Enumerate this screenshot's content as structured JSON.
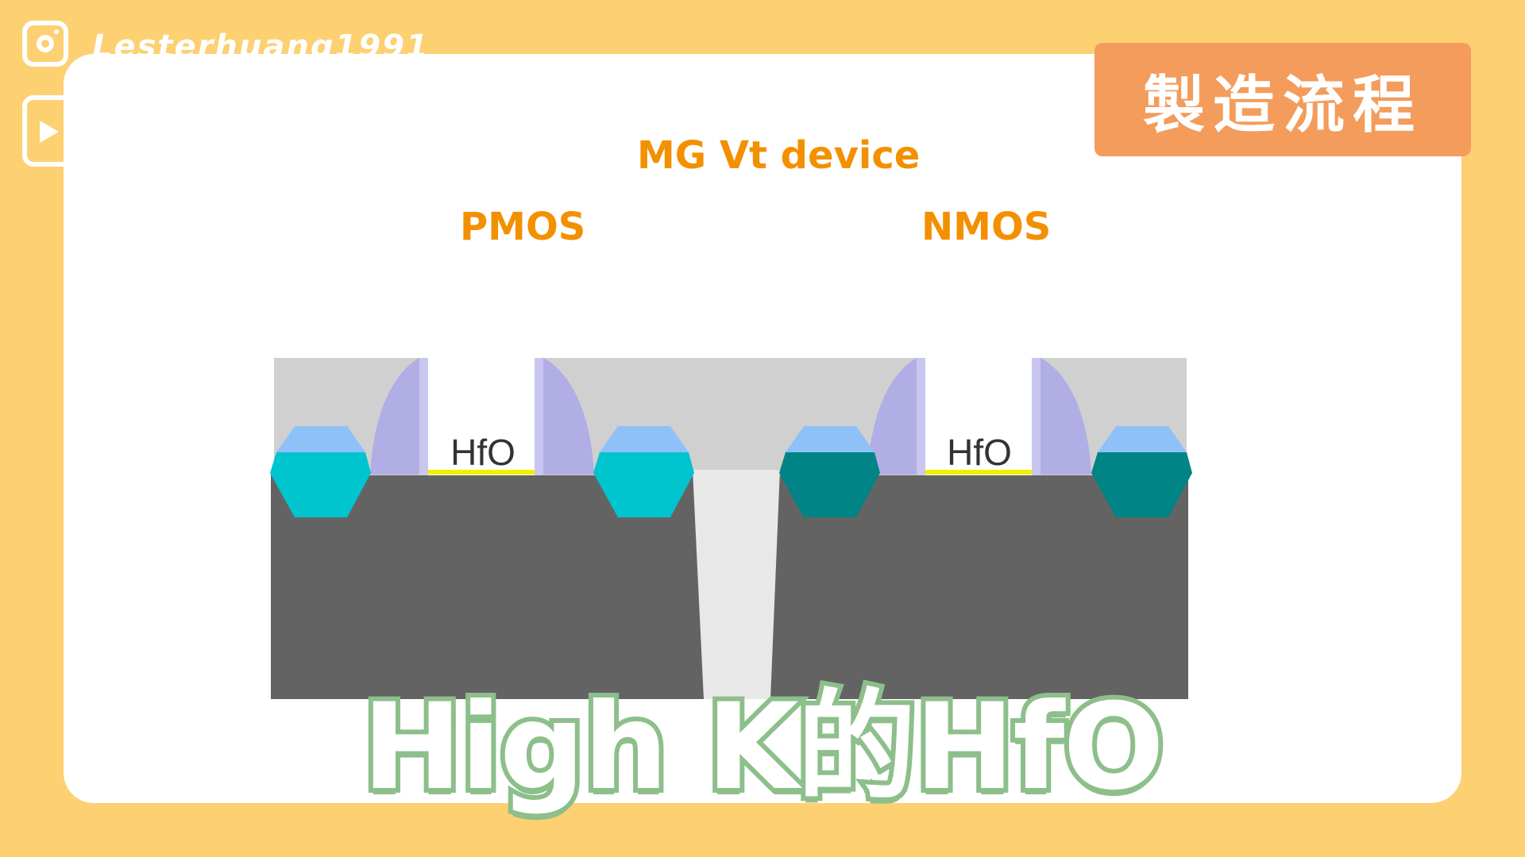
{
  "social": {
    "handle": "Lesterhuang1991",
    "icons": [
      "instagram-icon",
      "video-play-icon"
    ]
  },
  "badge": {
    "label": "製造流程"
  },
  "diagram": {
    "title": "MG Vt device",
    "left_label": "PMOS",
    "right_label": "NMOS",
    "left_gate_label": "HfO",
    "right_gate_label": "HfO"
  },
  "caption": {
    "text": "High K的HfO"
  },
  "colors": {
    "background": "#FDD072",
    "card": "#FFFFFF",
    "accent_orange": "#F39000",
    "badge": "#F39C5C",
    "substrate": "#636363",
    "oxide": "#D0D0D0",
    "trench": "#E8E8E8",
    "spacer": "#B0AEE4",
    "pmos_source_drain": "#00C4CE",
    "nmos_source_drain": "#008485",
    "source_drain_cap": "#8EC1F8",
    "hfo_layer": "#F0F000",
    "caption_outline": "#8DBF8B"
  }
}
